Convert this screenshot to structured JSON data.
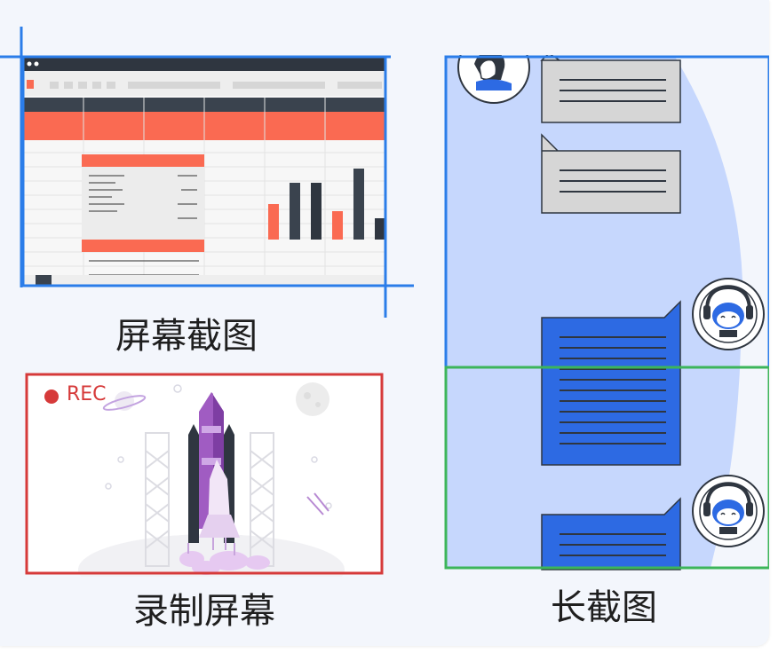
{
  "options": [
    {
      "id": "screenshot",
      "label": "屏幕截图"
    },
    {
      "id": "record",
      "label": "录制屏幕"
    },
    {
      "id": "long",
      "label": "长截图"
    }
  ],
  "record": {
    "badge": "REC"
  },
  "colors": {
    "panel_bg": "#f3f6fc",
    "frame_blue": "#2b7de9",
    "frame_red": "#d63a3a",
    "frame_green": "#3cb55a",
    "accent_coral": "#fa6a52",
    "bubble_blue": "#2d6ae3",
    "bubble_gray": "#d6d6d6",
    "rocket_purple": "#a05cc2"
  }
}
